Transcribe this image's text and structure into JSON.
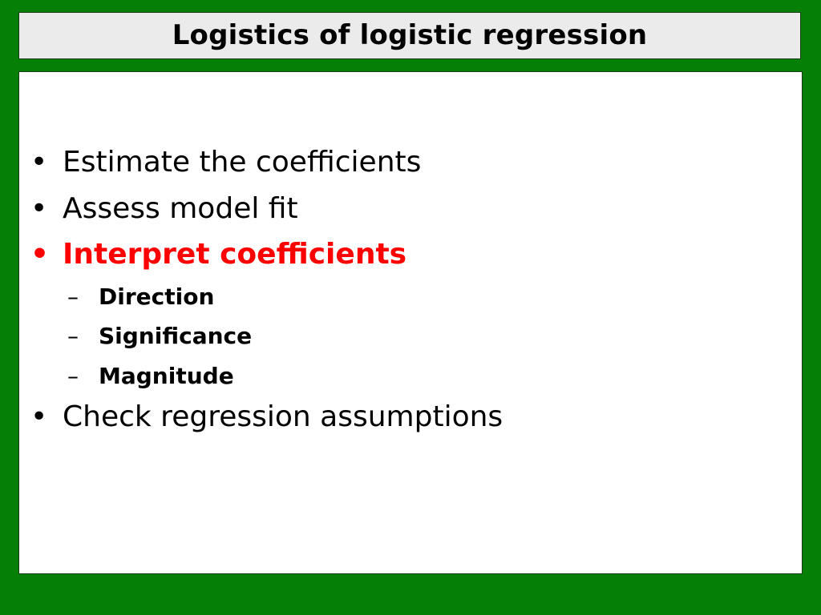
{
  "slide": {
    "title": "Logistics of logistic regression",
    "bullets": [
      {
        "marker": "•",
        "text": "Estimate the coefficients"
      },
      {
        "marker": "•",
        "text": "Assess model fit"
      },
      {
        "marker": "•",
        "text": "Interpret coefficients"
      },
      {
        "marker": "–",
        "text": "Direction"
      },
      {
        "marker": "–",
        "text": "Significance"
      },
      {
        "marker": "–",
        "text": "Magnitude"
      },
      {
        "marker": "•",
        "text": "Check regression assumptions"
      }
    ]
  },
  "colors": {
    "background": "#057f05",
    "title_bar": "#ebebeb",
    "content_panel": "#ffffff",
    "highlight_text": "#ff0000",
    "body_text": "#000000"
  }
}
